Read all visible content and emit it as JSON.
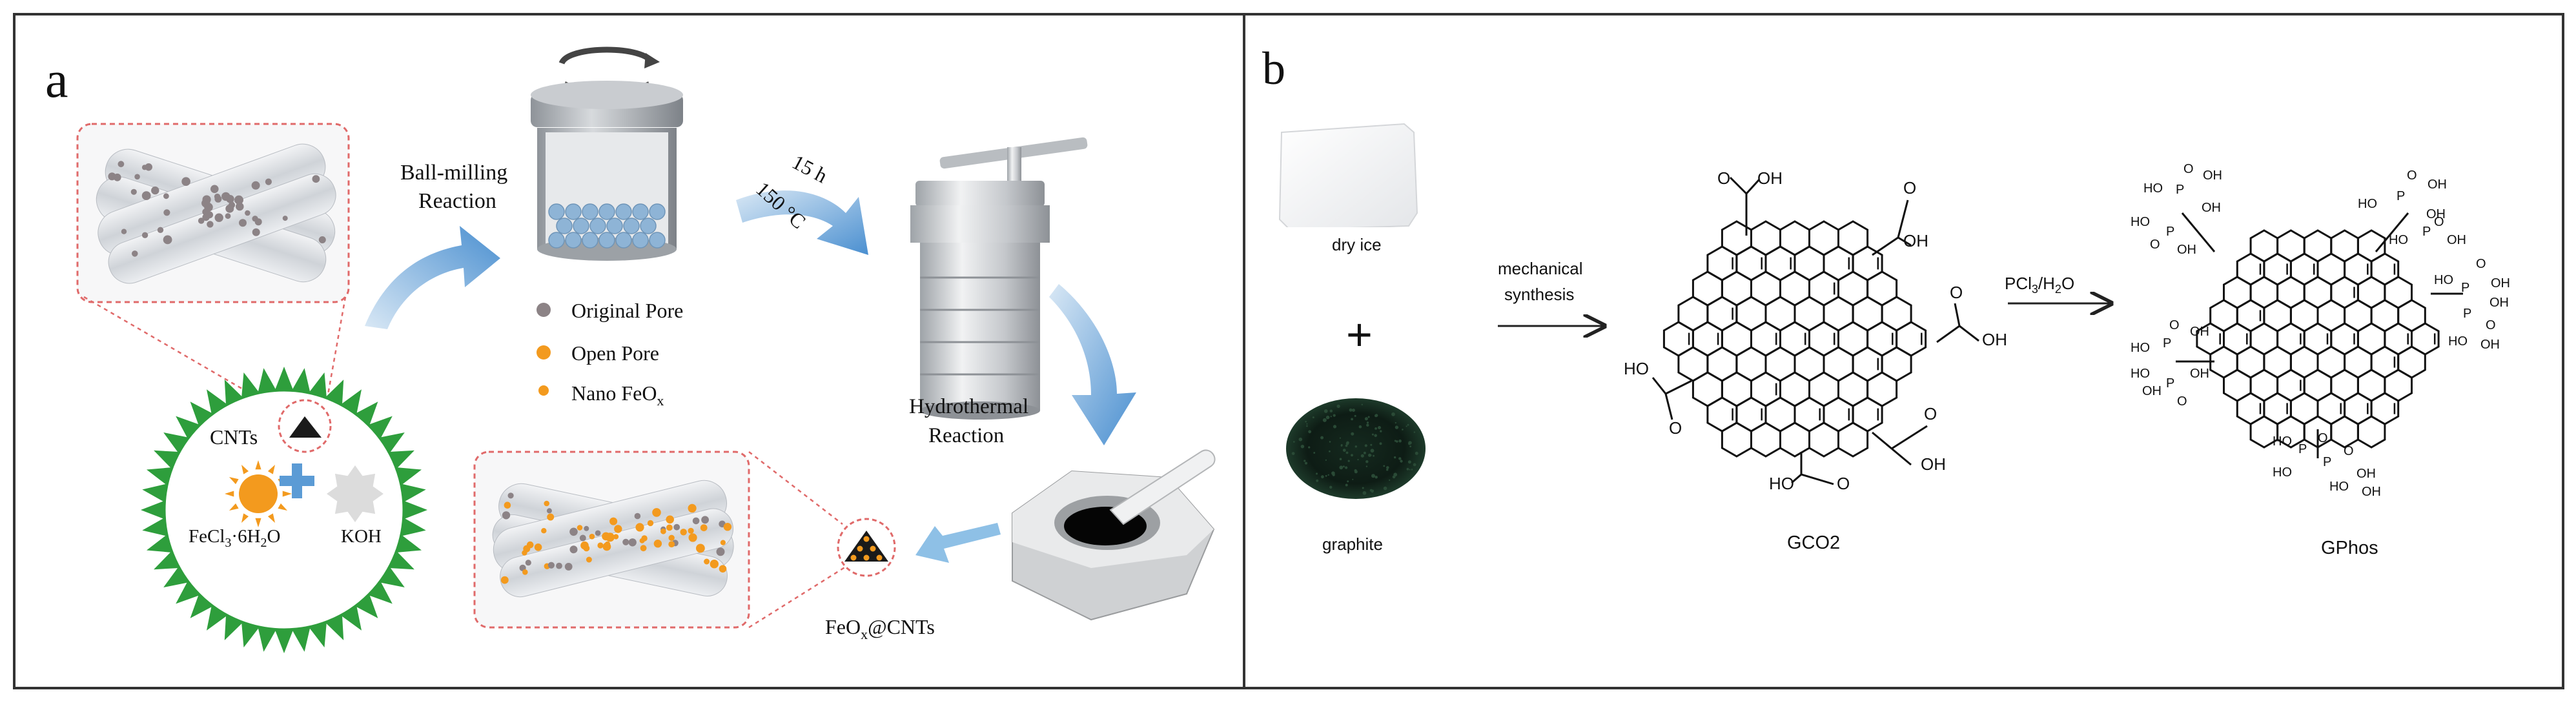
{
  "panel_a": {
    "letter": "a",
    "ball_milling": [
      "Ball-milling",
      "Reaction"
    ],
    "time": "15 h",
    "temperature": "150 °C",
    "hydrothermal": [
      "Hydrothermal",
      "Reaction"
    ],
    "legend": [
      {
        "label": "Original Pore",
        "color": "#8c8386"
      },
      {
        "label": "Open Pore",
        "color": "#f39a1e"
      },
      {
        "label": "Nano FeO",
        "sub": "x",
        "color": "#f39a1e"
      }
    ],
    "cnts": "CNTs",
    "fecl3": {
      "main": "FeCl",
      "sub1": "3",
      "rest": "·6H",
      "sub2": "2",
      "tail": "O"
    },
    "koh": "KOH",
    "product": {
      "main": "FeO",
      "sub": "x",
      "tail": "@CNTs"
    }
  },
  "panel_b": {
    "letter": "b",
    "dry_ice": "dry ice",
    "plus": "+",
    "graphite": "graphite",
    "step1": [
      "mechanical",
      "synthesis"
    ],
    "step2": {
      "a": "PCl",
      "sub": "3",
      "b": "/H",
      "sub2": "2",
      "c": "O"
    },
    "gco2": "GCO2",
    "gphos": "GPhos",
    "cooh": "OH",
    "o": "O",
    "ho": "HO"
  },
  "colors": {
    "accent_blue": "#5b9bd5",
    "gear_green": "#2e9e3c",
    "pore_orange": "#f39a1e",
    "frame_red": "#e06a6a"
  }
}
